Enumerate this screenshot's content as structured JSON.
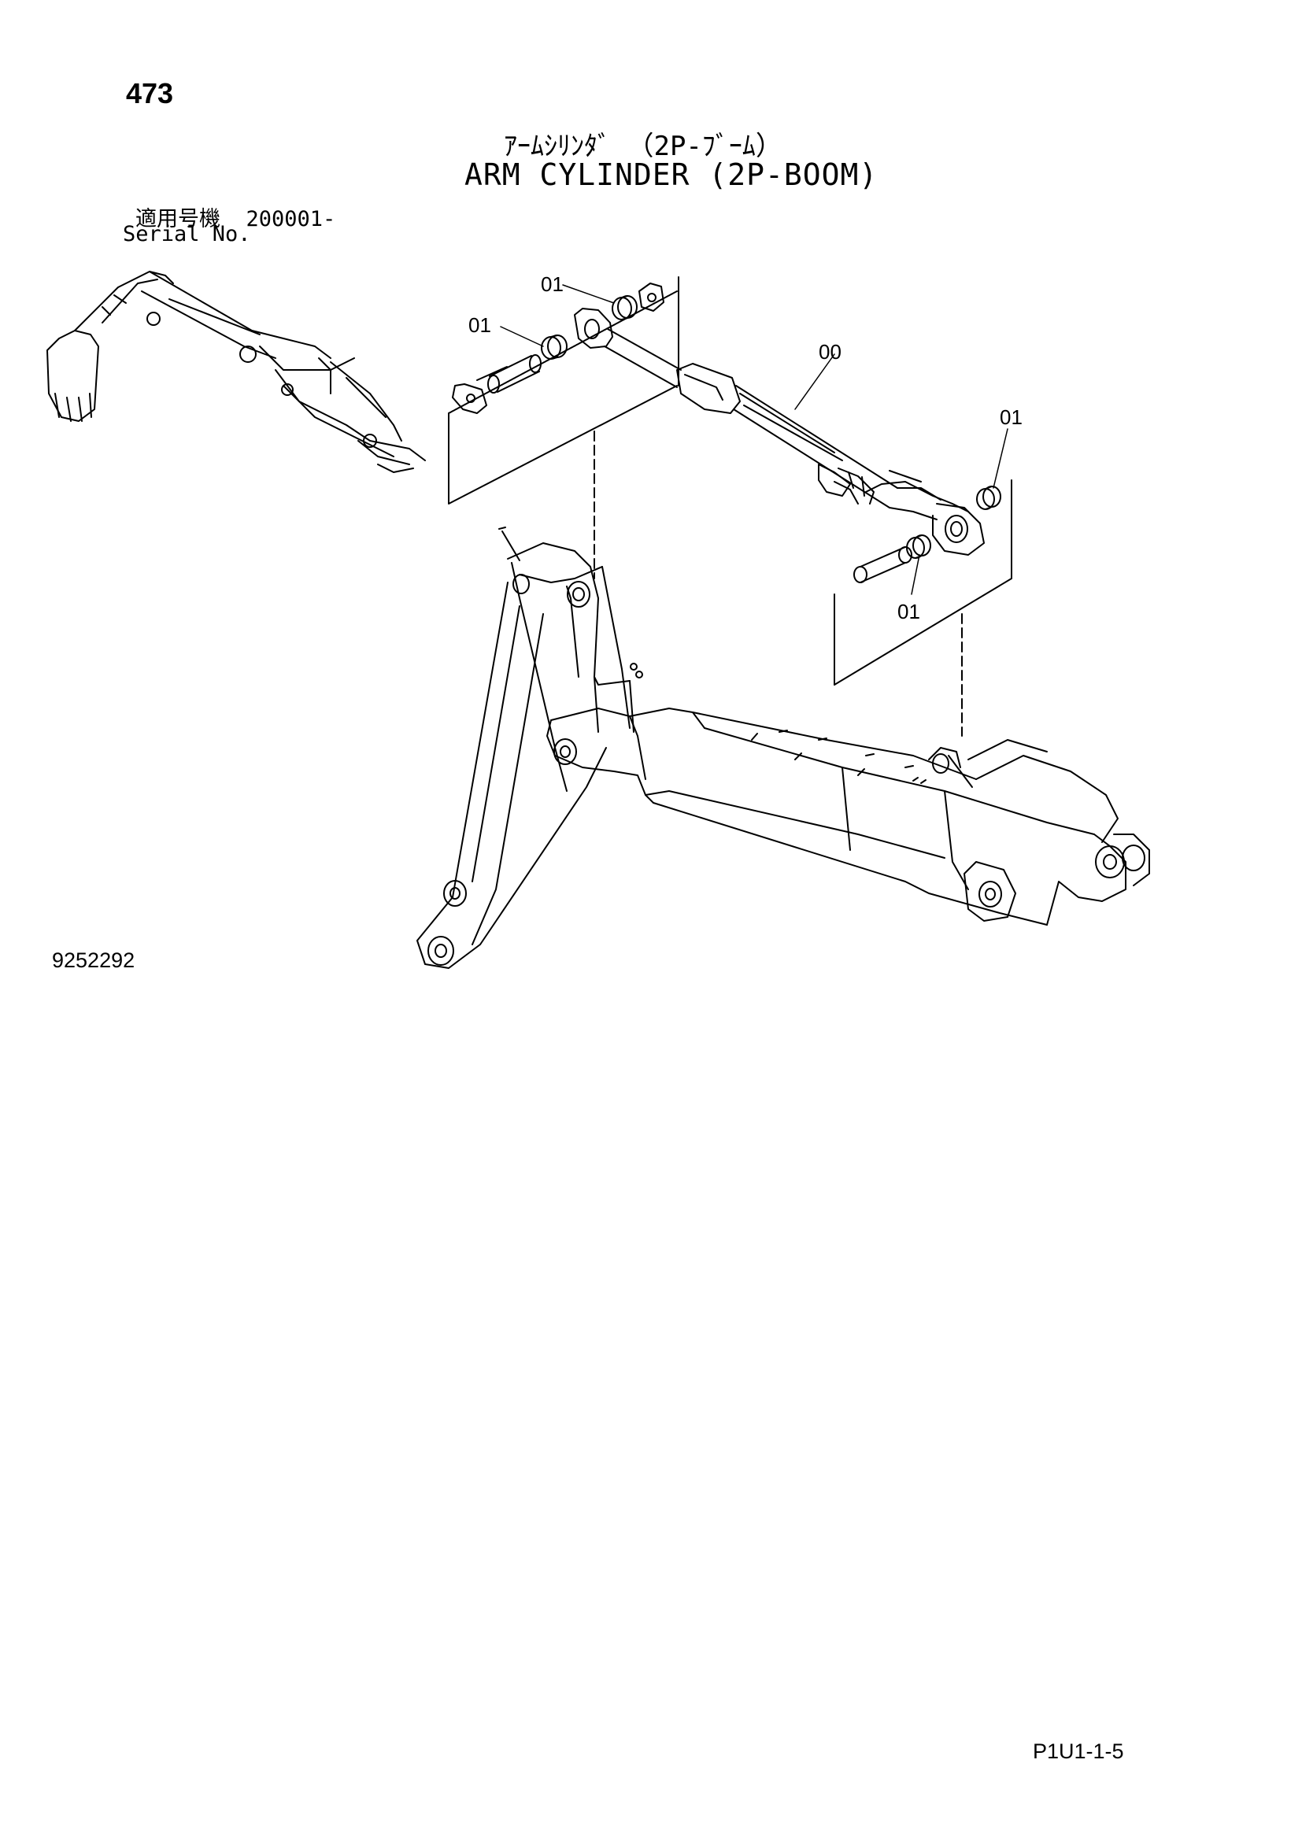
{
  "header": {
    "page_number": "473",
    "title_jp": "ｱｰﾑｼﾘﾝﾀﾞ （2P-ﾌﾞｰﾑ）",
    "title_en": "ARM CYLINDER (2P-BOOM)"
  },
  "serial": {
    "label_jp": "適用号機",
    "value": "200001-",
    "label_en": "Serial No."
  },
  "callouts": {
    "c1": "01",
    "c2": "01",
    "c3": "00",
    "c4": "01",
    "c5": "01"
  },
  "footer": {
    "drawing_number": "9252292",
    "page_code": "P1U1-1-5"
  }
}
